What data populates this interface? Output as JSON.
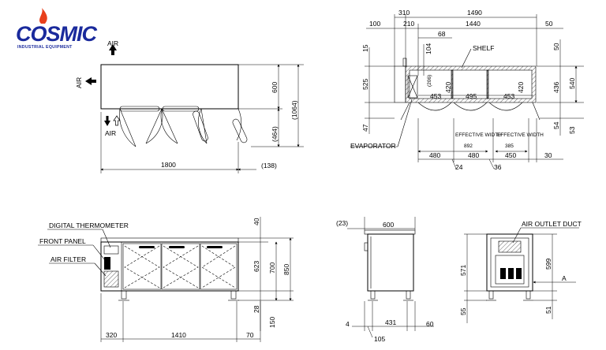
{
  "logo": {
    "brand": "COSMIC",
    "tagline": "INDUSTRIAL EQUIPMENT",
    "colors": {
      "primary": "#1a2a9c",
      "flame": "#e8401c"
    }
  },
  "top_left": {
    "air_top": "AIR",
    "air_left": "AIR",
    "air_bottom": "AIR",
    "dim_width": "1800",
    "dim_depth_right": "(138)",
    "dim_600": "600",
    "dim_1064": "(1064)",
    "dim_464": "(464)"
  },
  "top_right": {
    "shelf_label": "SHELF",
    "evaporator_label": "EVAPORATOR",
    "top": [
      "310",
      "1490",
      "100",
      "210",
      "1440",
      "50",
      "68"
    ],
    "left": [
      "15",
      "525",
      "47"
    ],
    "right": [
      "50",
      "436",
      "540",
      "54",
      "53"
    ],
    "inner": [
      "104",
      "(206)",
      "420",
      "420",
      "453",
      "495",
      "453"
    ],
    "effective_1": {
      "label": "EFFECTIVE WIDTH",
      "value": "892"
    },
    "effective_2": {
      "label": "EFFECTIVE WIDTH",
      "value": "385"
    },
    "bottom": [
      "480",
      "480",
      "450",
      "30"
    ],
    "bottom_small": [
      "24",
      "36"
    ]
  },
  "bottom_left": {
    "labels": [
      "DIGITAL THERMOMETER",
      "FRONT PANEL",
      "AIR FILTER"
    ],
    "bottom": [
      "320",
      "1410",
      "70"
    ],
    "right": [
      "40",
      "623",
      "700",
      "850",
      "28",
      "150"
    ]
  },
  "bottom_middle": {
    "top": [
      "(23)",
      "600"
    ],
    "bottom": [
      "4",
      "431",
      "60",
      "105"
    ]
  },
  "bottom_right": {
    "duct_label": "AIR OUTLET DUCT",
    "arrow_label": "A",
    "left": [
      "571",
      "55"
    ],
    "right": [
      "599",
      "51"
    ]
  }
}
